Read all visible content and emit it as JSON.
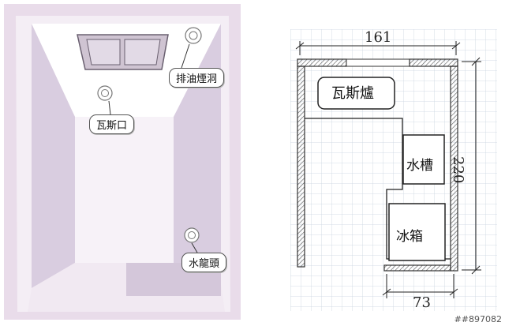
{
  "left_view": {
    "labels": {
      "exhaust": "排油煙洞",
      "gas_outlet": "瓦斯口",
      "faucet": "水龍頭"
    }
  },
  "plan_view": {
    "dimensions": {
      "top_width": "161",
      "right_depth": "220",
      "bottom_width": "73"
    },
    "labels": {
      "stove": "瓦斯爐",
      "sink": "水槽",
      "fridge": "冰箱"
    }
  },
  "watermark": "##897082",
  "colors": {
    "lavender": "#ddd0e2",
    "light_lavender": "#f1e9f2",
    "grid": "#c9d8e8",
    "wall_hatch": "#666666"
  }
}
